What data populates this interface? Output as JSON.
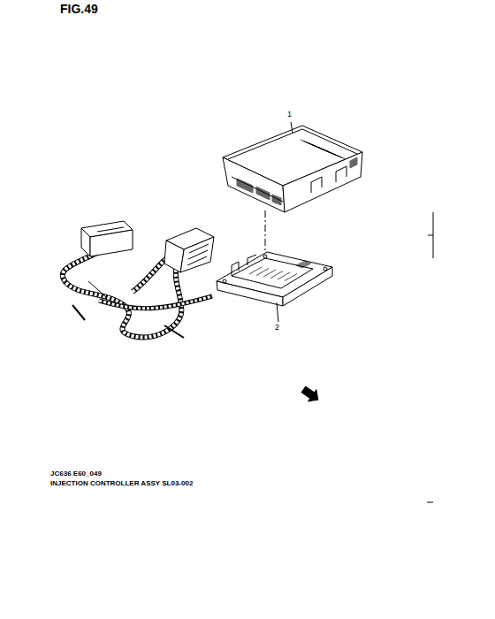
{
  "diagram": {
    "title": "FIG.49",
    "labels": [
      "1",
      "2",
      "JC636 E60_049",
      "INJECTION CONTROLLER ASSY SL03-002"
    ]
  }
}
